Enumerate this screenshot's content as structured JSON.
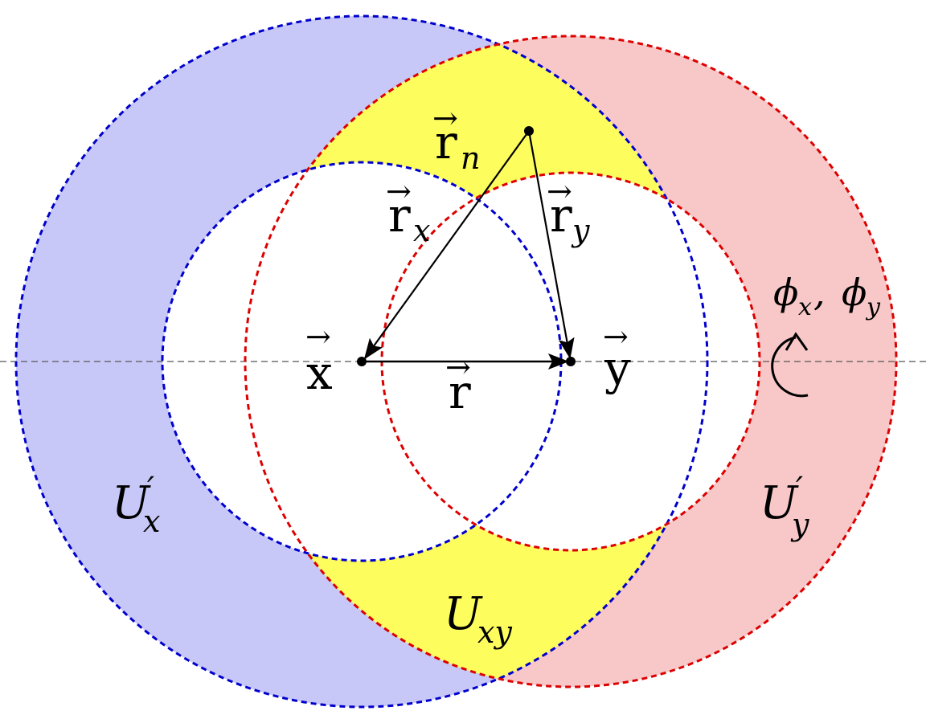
{
  "colors": {
    "blue_ring": "#c8c8f8",
    "red_ring": "#f8c8c8",
    "overlap": "#fdfd5e",
    "blue_stroke": "#0000cc",
    "red_stroke": "#dd0000",
    "axis": "#555555",
    "ink": "#000000"
  },
  "labels": {
    "x": {
      "base": "x",
      "arrow": "→"
    },
    "y": {
      "base": "y",
      "arrow": "→"
    },
    "r": {
      "base": "r",
      "arrow": "→"
    },
    "rx": {
      "base": "r",
      "sub": "x",
      "arrow": "→"
    },
    "ry": {
      "base": "r",
      "sub": "y",
      "arrow": "→"
    },
    "rn": {
      "base": "r",
      "sub": "n",
      "arrow": "→"
    },
    "phi": {
      "p1": "ϕ",
      "s1": "x",
      "sep": ", ",
      "p2": "ϕ",
      "s2": "y"
    },
    "ux": {
      "base": "U",
      "prime": "′",
      "sub": "x"
    },
    "uy": {
      "base": "U",
      "prime": "′",
      "sub": "y"
    },
    "uxy": {
      "base": "U",
      "sub": "xy"
    }
  },
  "icons": {
    "rotation": "rotation-arrow-icon"
  }
}
